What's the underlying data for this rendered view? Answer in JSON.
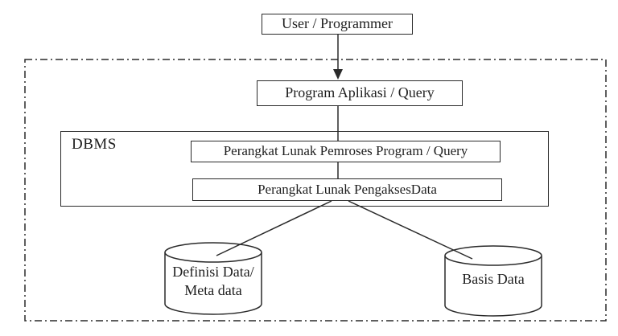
{
  "diagram": {
    "nodes": {
      "user": "User / Programmer",
      "application": "Program Aplikasi / Query",
      "dbms": "DBMS",
      "processor": "Perangkat Lunak Pemroses Program / Query",
      "accessor": "Perangkat Lunak PengaksesData",
      "metadata_line1": "Definisi Data/",
      "metadata_line2": "Meta data",
      "database": "Basis Data"
    },
    "colors": {
      "line": "#2a2a2a",
      "text": "#1f1f1f",
      "background": "#ffffff"
    }
  }
}
